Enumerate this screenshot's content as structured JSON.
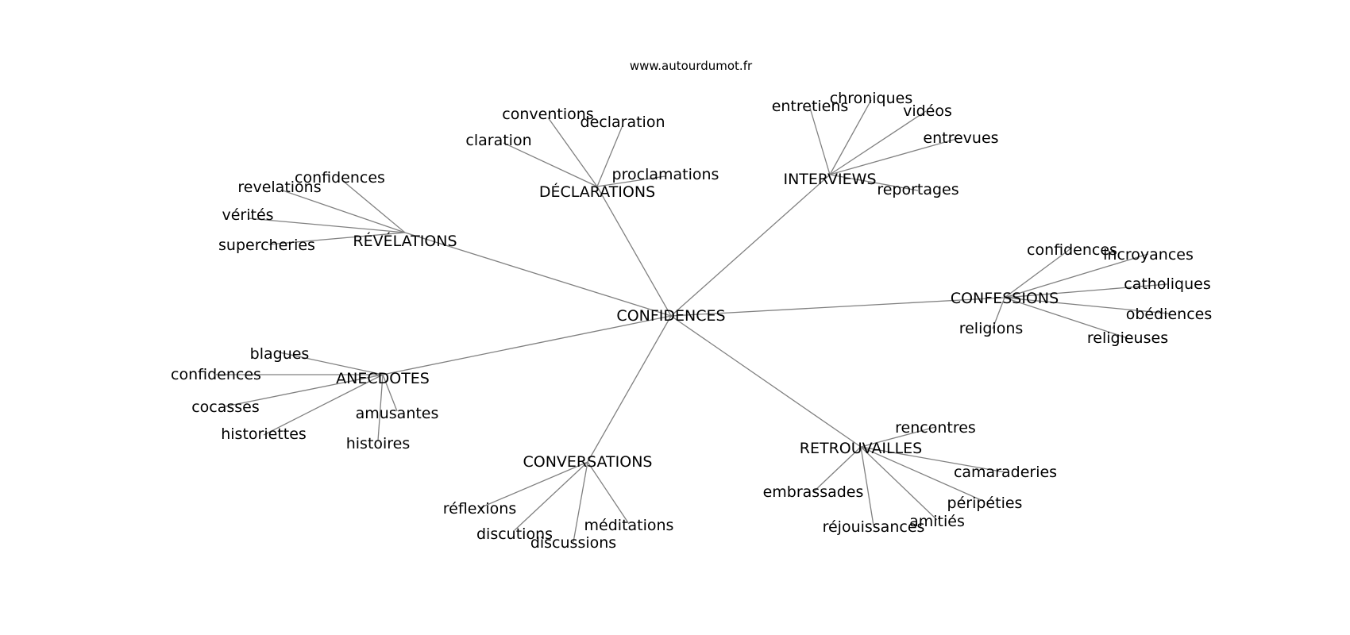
{
  "site": "www.autourdumot.fr",
  "root": "CONFIDENCES",
  "clusters": [
    {
      "hub": "DÉCLARATIONS",
      "leaves": [
        "conventions",
        "declaration",
        "claration",
        "proclamations"
      ]
    },
    {
      "hub": "INTERVIEWS",
      "leaves": [
        "entretiens",
        "chroniques",
        "vidéos",
        "entrevues",
        "reportages"
      ]
    },
    {
      "hub": "RÉVÉLATIONS",
      "leaves": [
        "confidences",
        "revelations",
        "vérités",
        "supercheries"
      ]
    },
    {
      "hub": "CONFESSIONS",
      "leaves": [
        "confidences",
        "incroyances",
        "catholiques",
        "obédiences",
        "religions",
        "religieuses"
      ]
    },
    {
      "hub": "ANECDOTES",
      "leaves": [
        "blagues",
        "confidences",
        "cocasses",
        "amusantes",
        "historiettes",
        "histoires"
      ]
    },
    {
      "hub": "CONVERSATIONS",
      "leaves": [
        "réflexions",
        "discutions",
        "discussions",
        "méditations"
      ]
    },
    {
      "hub": "RETROUVAILLES",
      "leaves": [
        "rencontres",
        "embrassades",
        "camaraderies",
        "péripéties",
        "réjouissances",
        "amitiés"
      ]
    }
  ]
}
